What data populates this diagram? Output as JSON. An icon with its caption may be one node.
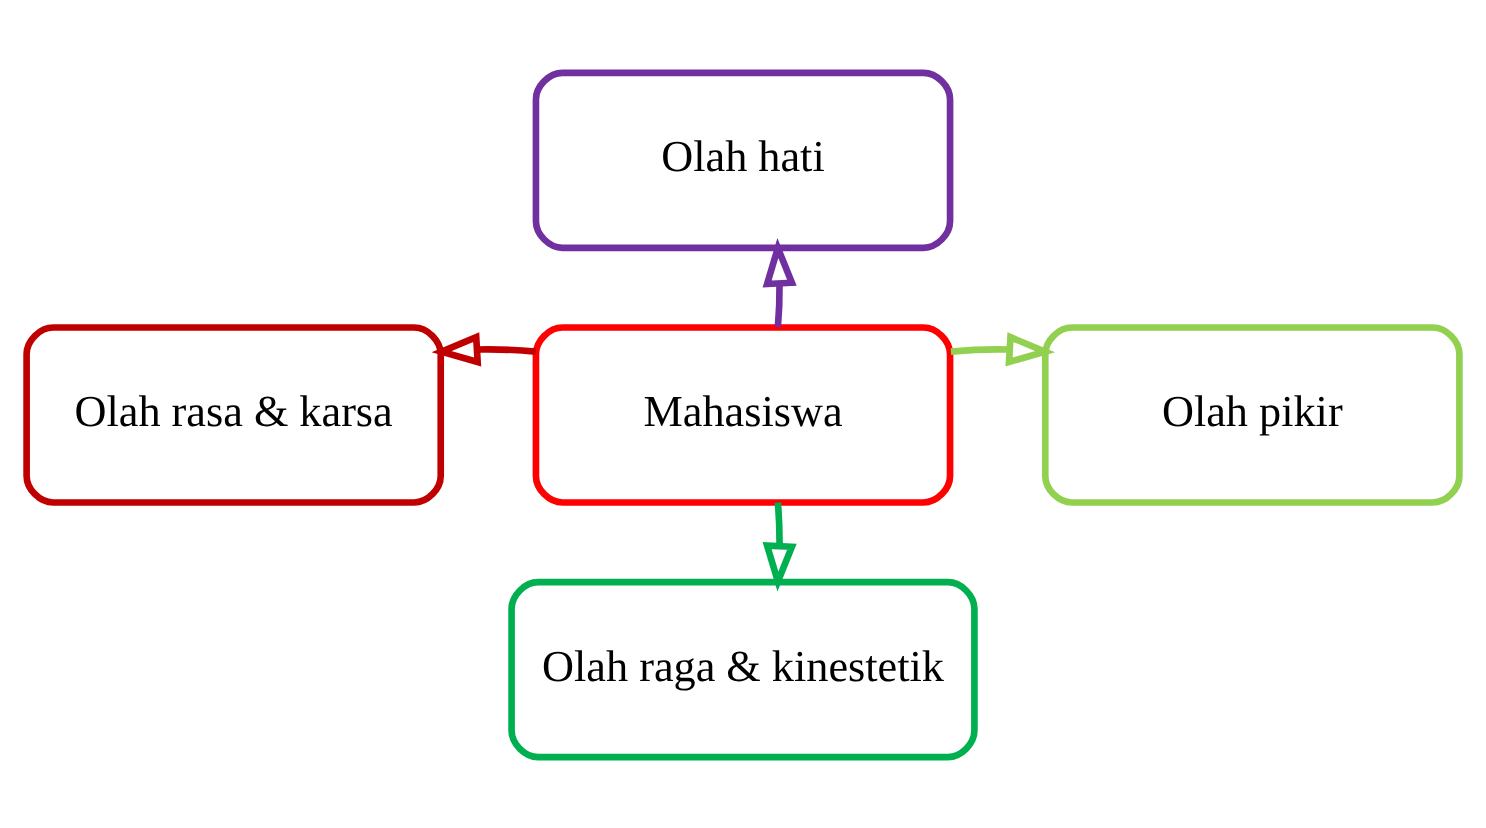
{
  "diagram": {
    "nodes": [
      {
        "text": [
          "Olah hati"
        ]
      },
      {
        "text": [
          "Olah rasa & karsa"
        ]
      },
      {
        "text": [
          "Mahasiswa"
        ]
      },
      {
        "text": [
          "Olah pikir"
        ]
      },
      {
        "text": [
          "Olah raga & kinestetik"
        ]
      }
    ],
    "edges": [
      {
        "from": 2,
        "to": 0,
        "arrow": "to",
        "color": "#7030a0"
      },
      {
        "from": 2,
        "to": 1,
        "arrow": "to",
        "color": "#c00000"
      },
      {
        "from": 2,
        "to": 3,
        "arrow": "to",
        "color": "#92d050"
      },
      {
        "from": 2,
        "to": 4,
        "arrow": "to",
        "color": "#00b050"
      }
    ]
  }
}
